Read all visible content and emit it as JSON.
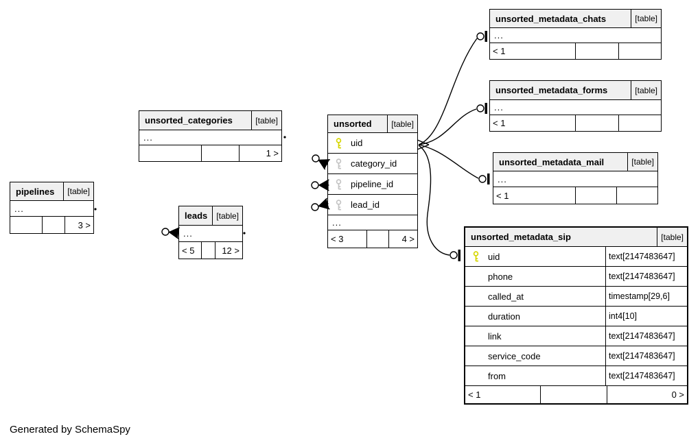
{
  "page": {
    "generator_note": "Generated by SchemaSpy"
  },
  "colors": {
    "pk_key": "#d6d600",
    "fk_key": "#c4c4c4",
    "header_bg": "#f0f0f0",
    "border": "#000000"
  },
  "icons": {
    "pk": "primary-key-icon",
    "fk": "foreign-key-icon"
  },
  "tables": {
    "chats": {
      "title": "unsorted_metadata_chats",
      "tag": "[table]",
      "ellipsis": "...",
      "footer_left": "< 1",
      "footer_mid": "",
      "footer_right": ""
    },
    "forms": {
      "title": "unsorted_metadata_forms",
      "tag": "[table]",
      "ellipsis": "...",
      "footer_left": "< 1",
      "footer_mid": "",
      "footer_right": ""
    },
    "mail": {
      "title": "unsorted_metadata_mail",
      "tag": "[table]",
      "ellipsis": "...",
      "footer_left": "< 1",
      "footer_mid": "",
      "footer_right": ""
    },
    "sip": {
      "title": "unsorted_metadata_sip",
      "tag": "[table]",
      "columns": [
        {
          "name": "uid",
          "type": "text[2147483647]"
        },
        {
          "name": "phone",
          "type": "text[2147483647]"
        },
        {
          "name": "called_at",
          "type": "timestamp[29,6]"
        },
        {
          "name": "duration",
          "type": "int4[10]"
        },
        {
          "name": "link",
          "type": "text[2147483647]"
        },
        {
          "name": "service_code",
          "type": "text[2147483647]"
        },
        {
          "name": "from",
          "type": "text[2147483647]"
        }
      ],
      "footer_left": "< 1",
      "footer_mid": "",
      "footer_right": "0 >"
    },
    "unsorted": {
      "title": "unsorted",
      "tag": "[table]",
      "columns": [
        {
          "name": "uid"
        },
        {
          "name": "category_id"
        },
        {
          "name": "pipeline_id"
        },
        {
          "name": "lead_id"
        }
      ],
      "ellipsis": "...",
      "footer_left": "< 3",
      "footer_mid": "",
      "footer_right": "4 >"
    },
    "categories": {
      "title": "unsorted_categories",
      "tag": "[table]",
      "ellipsis": "...",
      "footer_left": "",
      "footer_mid": "",
      "footer_right": "1 >"
    },
    "pipelines": {
      "title": "pipelines",
      "tag": "[table]",
      "ellipsis": "...",
      "footer_left": "",
      "footer_mid": "",
      "footer_right": "3 >"
    },
    "leads": {
      "title": "leads",
      "tag": "[table]",
      "ellipsis": "...",
      "footer_left": "< 5",
      "footer_mid": "",
      "footer_right": "12 >"
    }
  }
}
